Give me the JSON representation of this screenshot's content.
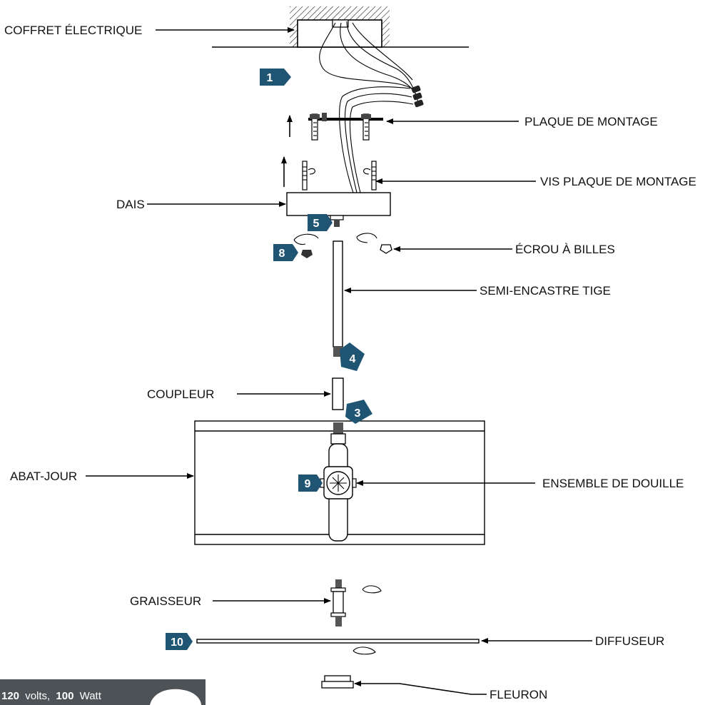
{
  "labels": {
    "junction_box": "COFFRET ÉLECTRIQUE",
    "mounting_plate": "PLAQUE DE MONTAGE",
    "mounting_screws": "VIS PLAQUE DE MONTAGE",
    "canopy": "DAIS",
    "ball_nut": "ÉCROU À BILLES",
    "semi_flush_rod": "SEMI-ENCASTRE TIGE",
    "coupler": "COUPLEUR",
    "shade": "ABAT-JOUR",
    "socket_assembly": "ENSEMBLE DE DOUILLE",
    "lubricator": "GRAISSEUR",
    "diffuser": "DIFFUSEUR",
    "finial": "FLEURON"
  },
  "steps": [
    "1",
    "5",
    "8",
    "4",
    "3",
    "9",
    "10"
  ],
  "spec": {
    "volts_value": "120",
    "volts_unit": "volts,",
    "watt_value": "100",
    "watt_unit": "Watt"
  },
  "colors": {
    "step_badge": "#1f5573",
    "spec_panel": "#4d5257",
    "line": "#000000"
  }
}
